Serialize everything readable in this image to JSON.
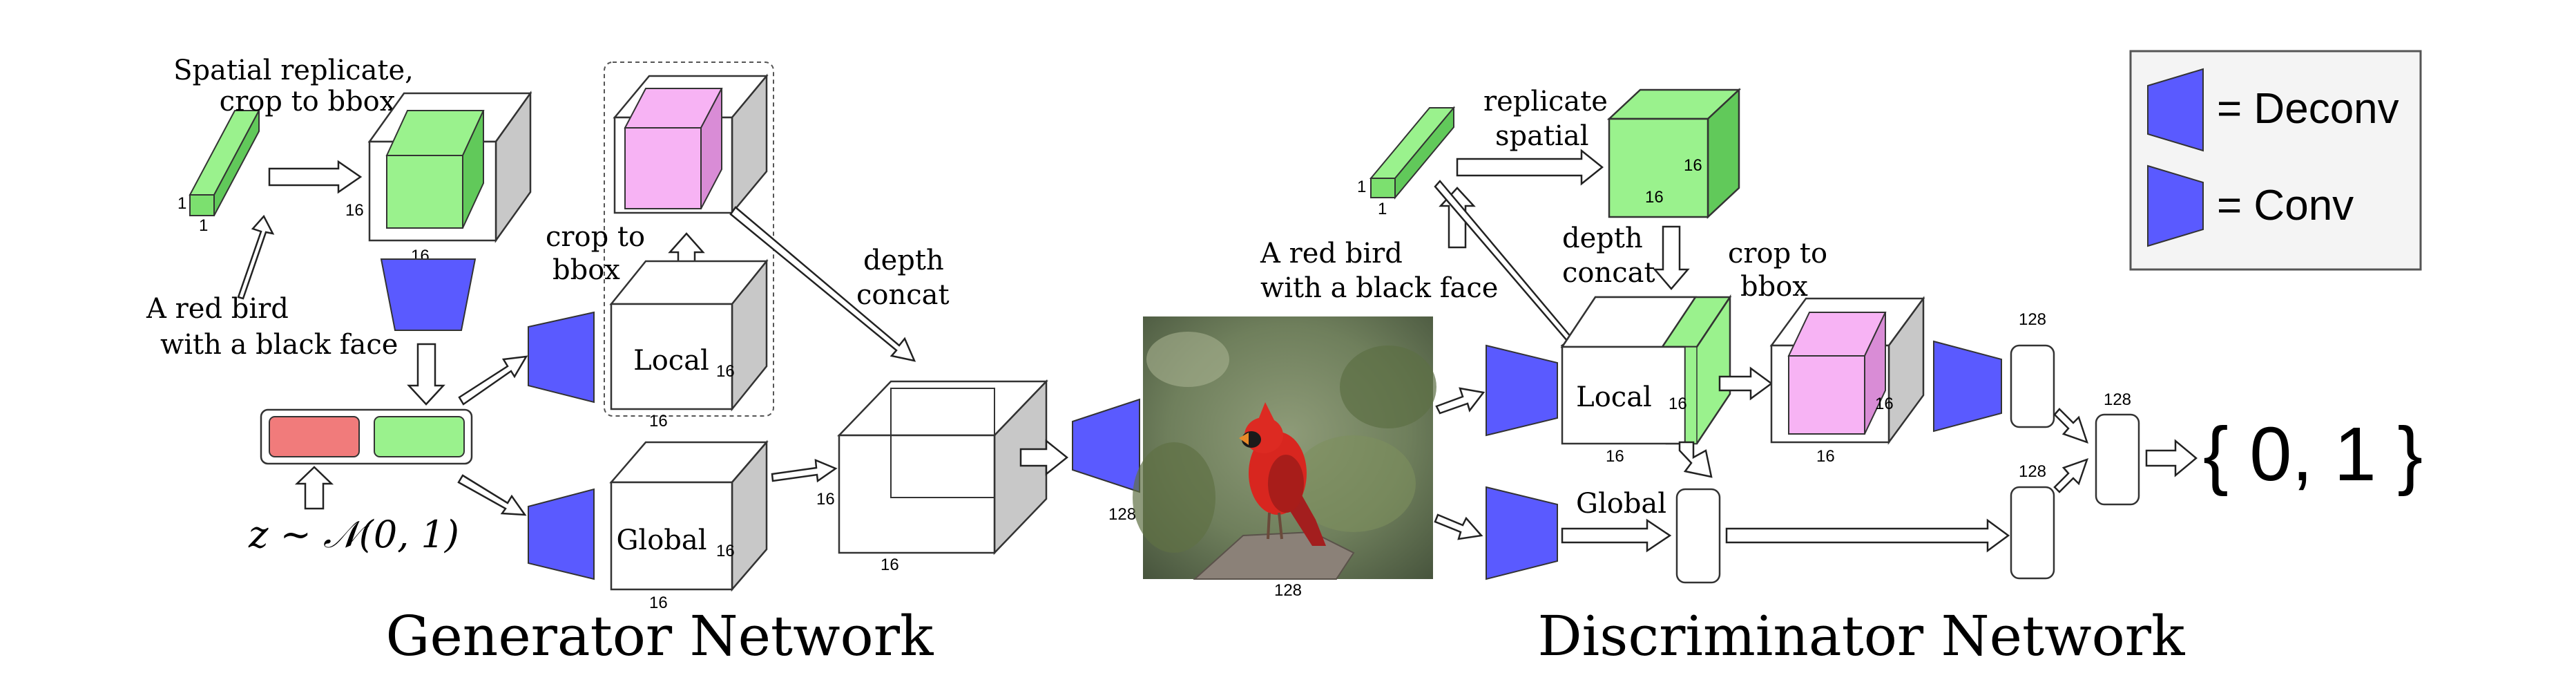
{
  "colors": {
    "green": "#9af28d",
    "green_dark": "#61c95a",
    "pink": "#f7b3f4",
    "pink_dark": "#d98cd6",
    "red": "#f17b7b",
    "blue": "#5a5aff",
    "grey": "#c8c8c8",
    "outline": "#3a3a3a"
  },
  "generator": {
    "title": "Generator Network",
    "spatial_replicate": "Spatial replicate,",
    "crop_to_bbox_line2": "crop to bbox",
    "text_line1": "A red bird",
    "text_line2": "with a black face",
    "crop_line1": "crop to",
    "crop_line2": "bbox",
    "depth_line1": "depth",
    "depth_line2": "concat",
    "local_label": "Local",
    "global_label": "Global",
    "z_expr": "z ~ 𝒩(0, 1)",
    "dim_one_a": "1",
    "dim_one_b": "1",
    "dim_16_bar": "16",
    "dim_16_cube": "16",
    "dim_16_local_side": "16",
    "dim_16_local_bottom": "16",
    "dim_16_global_side": "16",
    "dim_16_global_bottom": "16",
    "dim_16_concat_side": "16",
    "dim_16_concat_bottom": "16",
    "dim_128_out": "128"
  },
  "image": {
    "dim_128": "128",
    "subject": "red cardinal bird photo"
  },
  "discriminator": {
    "title": "Discriminator Network",
    "replicate_line1": "replicate",
    "replicate_line2": "spatial",
    "text_line1": "A red bird",
    "text_line2": "with a black face",
    "depth_line1": "depth",
    "depth_line2": "concat",
    "crop_line1": "crop to",
    "crop_line2": "bbox",
    "local_label": "Local",
    "global_label": "Global",
    "output": "{ 0, 1 }",
    "dim_one_a": "1",
    "dim_one_b": "1",
    "dim_16_green_side": "16",
    "dim_16_green_bottom": "16",
    "dim_16_local_side": "16",
    "dim_16_local_bottom": "16",
    "dim_16_crop_side": "16",
    "dim_16_crop_bottom": "16",
    "dim_128_a": "128",
    "dim_128_b": "128",
    "dim_128_c": "128"
  },
  "legend": {
    "deconv": "= Deconv",
    "conv": "= Conv"
  }
}
